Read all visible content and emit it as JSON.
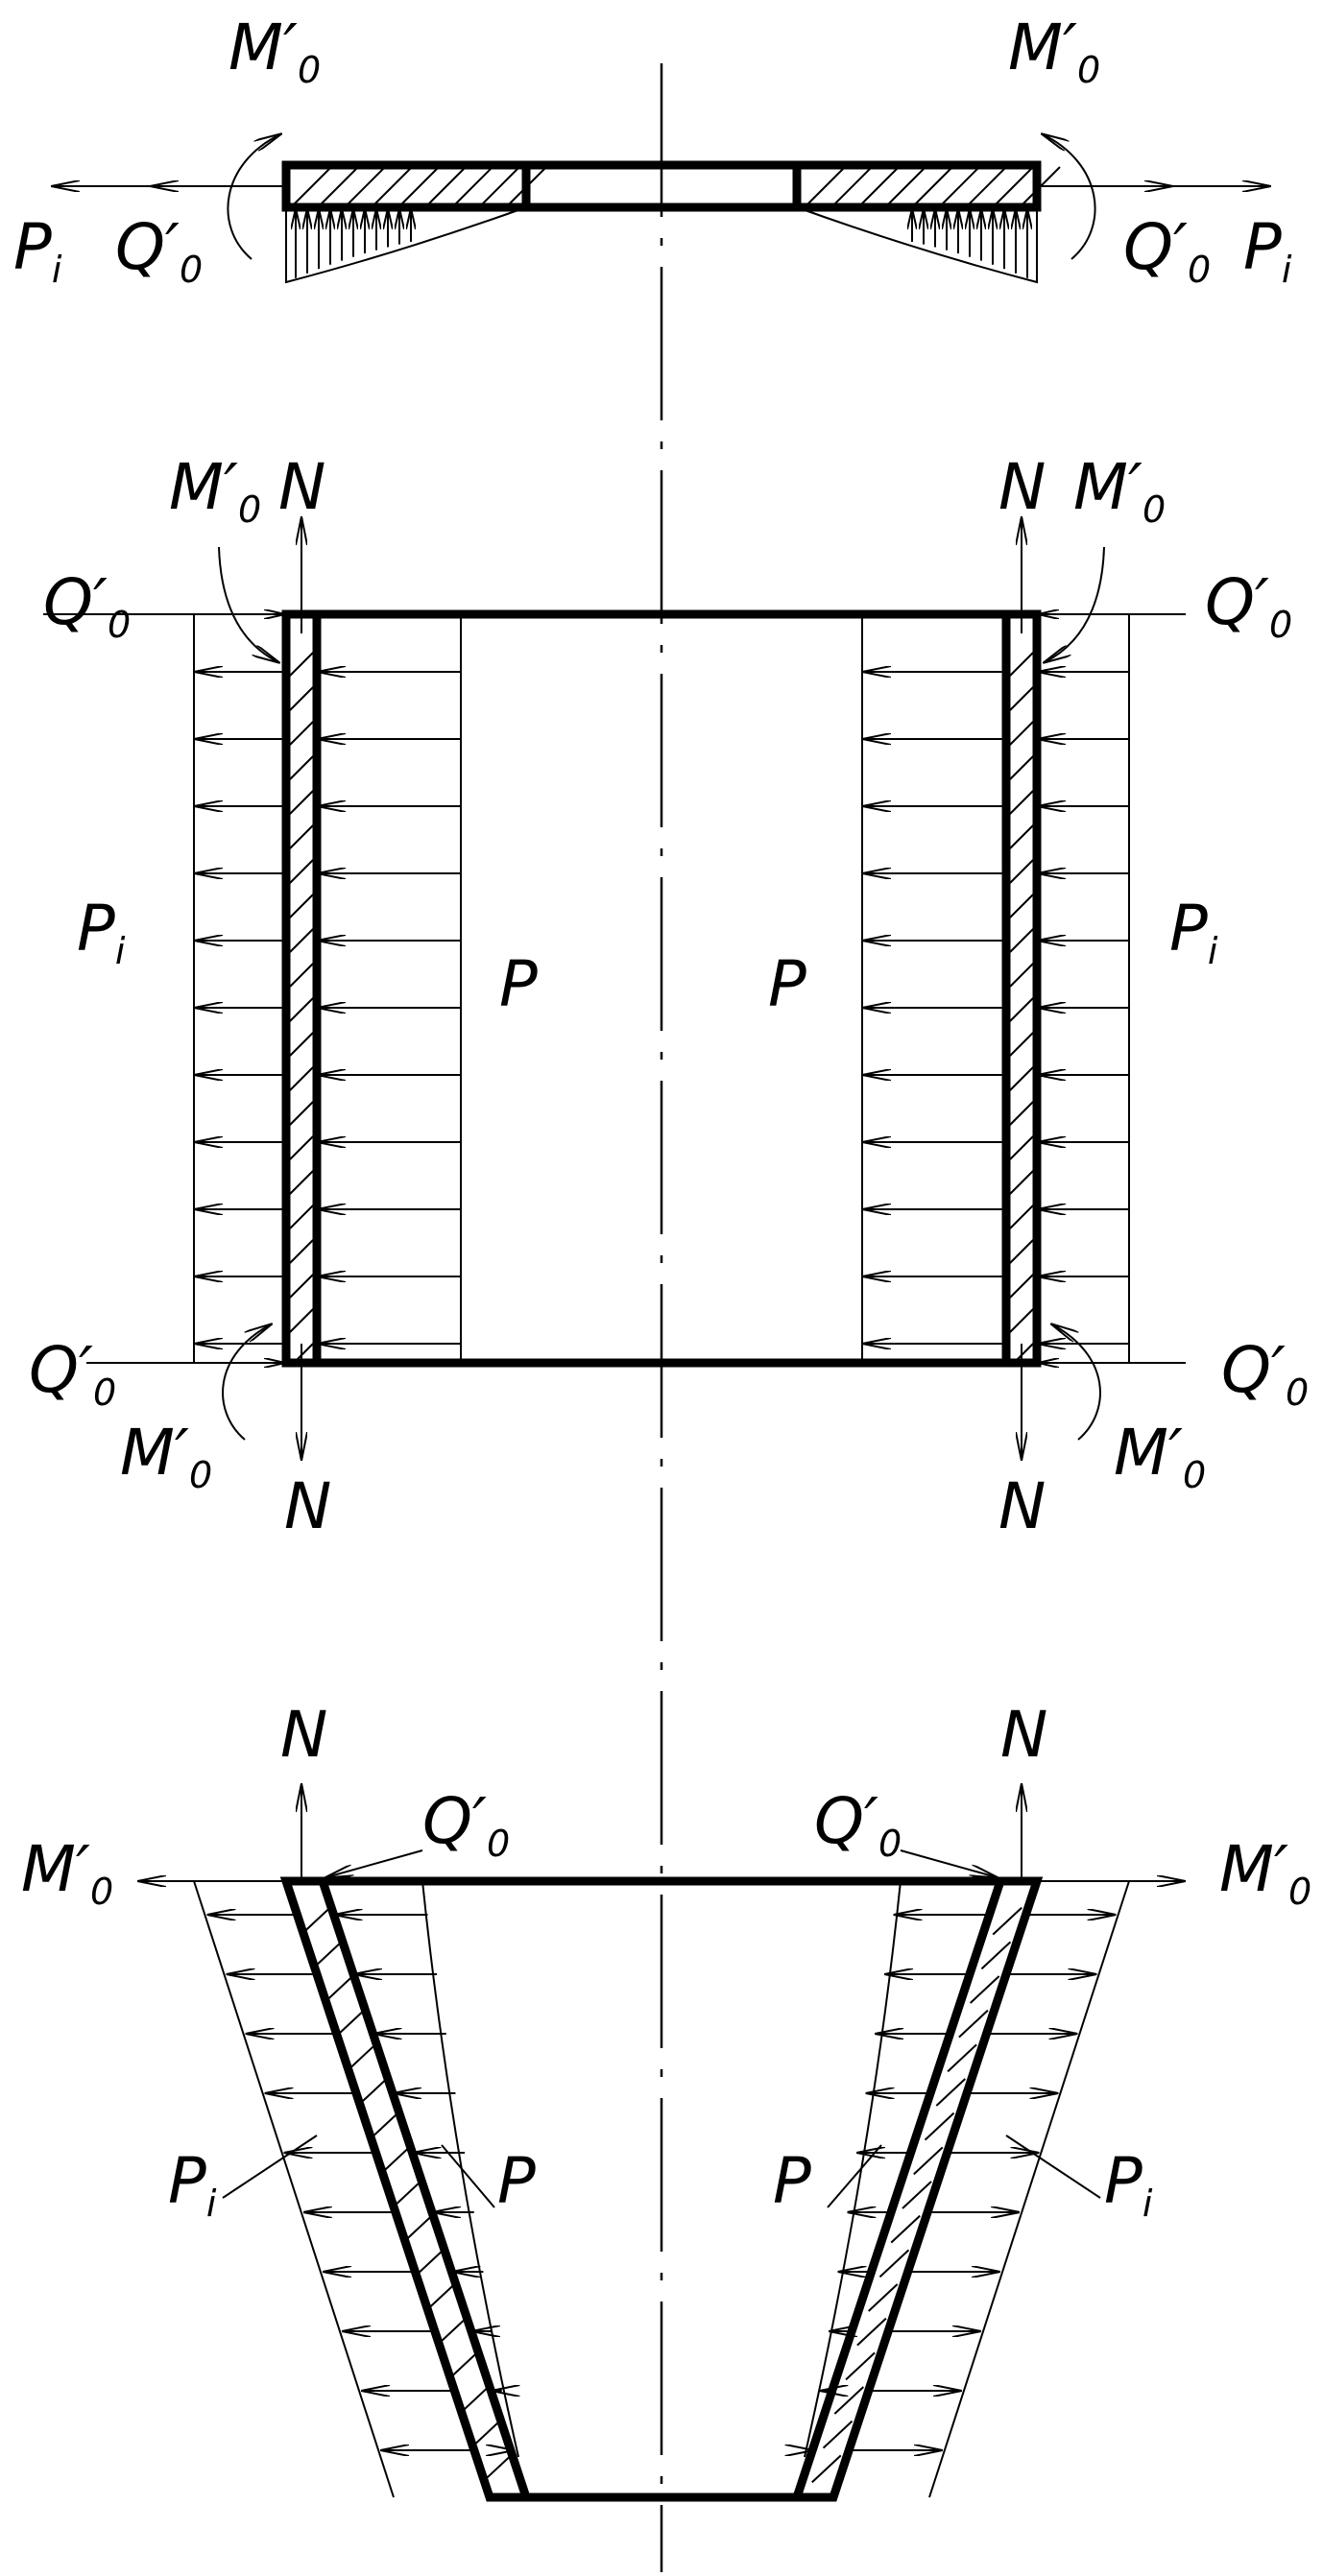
{
  "figure": {
    "labels": {
      "moment": "M′",
      "moment_sub": "0",
      "shear": "Q′",
      "shear_sub": "0",
      "axial": "N",
      "pressure_outer": "P",
      "pressure_outer_sub": "i",
      "pressure_inner": "P"
    },
    "colors": {
      "ink": "#000000",
      "paper": "#ffffff"
    }
  }
}
